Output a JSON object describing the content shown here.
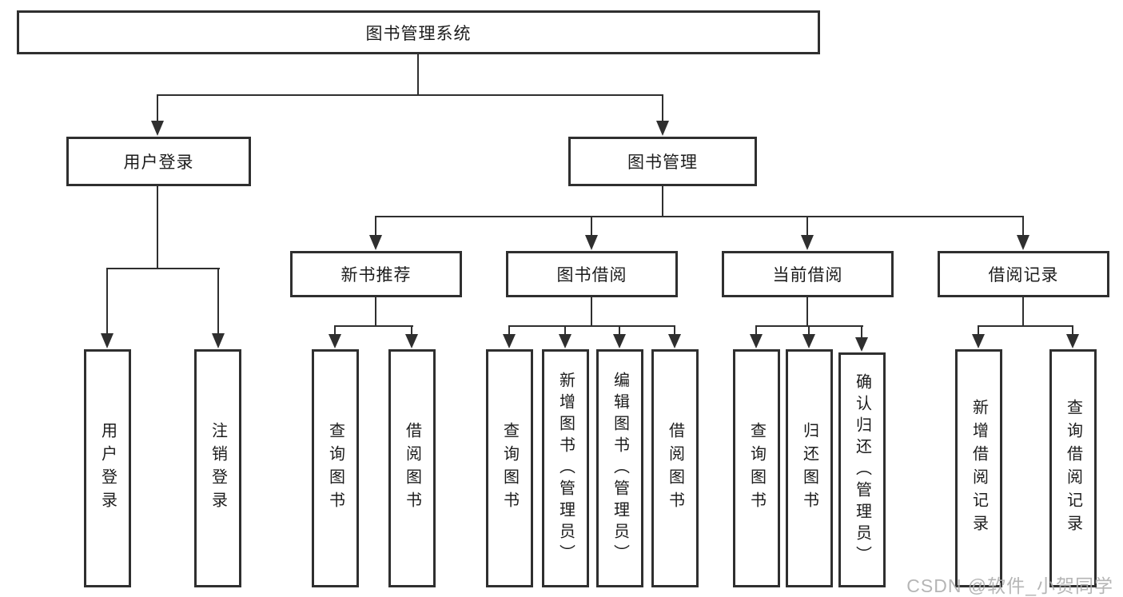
{
  "colors": {
    "line": "#2f2f2f",
    "text": "#1c1c1c",
    "background": "#ffffff",
    "watermark": "#aeaeae"
  },
  "tree": {
    "root": {
      "label": "图书管理系统"
    },
    "level2": [
      {
        "label": "用户登录"
      },
      {
        "label": "图书管理"
      }
    ],
    "level3": [
      {
        "label": "新书推荐"
      },
      {
        "label": "图书借阅"
      },
      {
        "label": "当前借阅"
      },
      {
        "label": "借阅记录"
      }
    ],
    "leaves": {
      "user": [
        {
          "label": "用户登录"
        },
        {
          "label": "注销登录"
        }
      ],
      "recommend": [
        {
          "label": "查询图书"
        },
        {
          "label": "借阅图书"
        }
      ],
      "borrow": [
        {
          "label": "查询图书"
        },
        {
          "label": "新增图书（管理员）"
        },
        {
          "label": "编辑图书（管理员）"
        },
        {
          "label": "借阅图书"
        }
      ],
      "current": [
        {
          "label": "查询图书"
        },
        {
          "label": "归还图书"
        },
        {
          "label": "确认归还（管理员）"
        }
      ],
      "records": [
        {
          "label": "新增借阅记录"
        },
        {
          "label": "查询借阅记录"
        }
      ]
    }
  },
  "watermark": {
    "text": "CSDN @软件_小贺同学"
  }
}
